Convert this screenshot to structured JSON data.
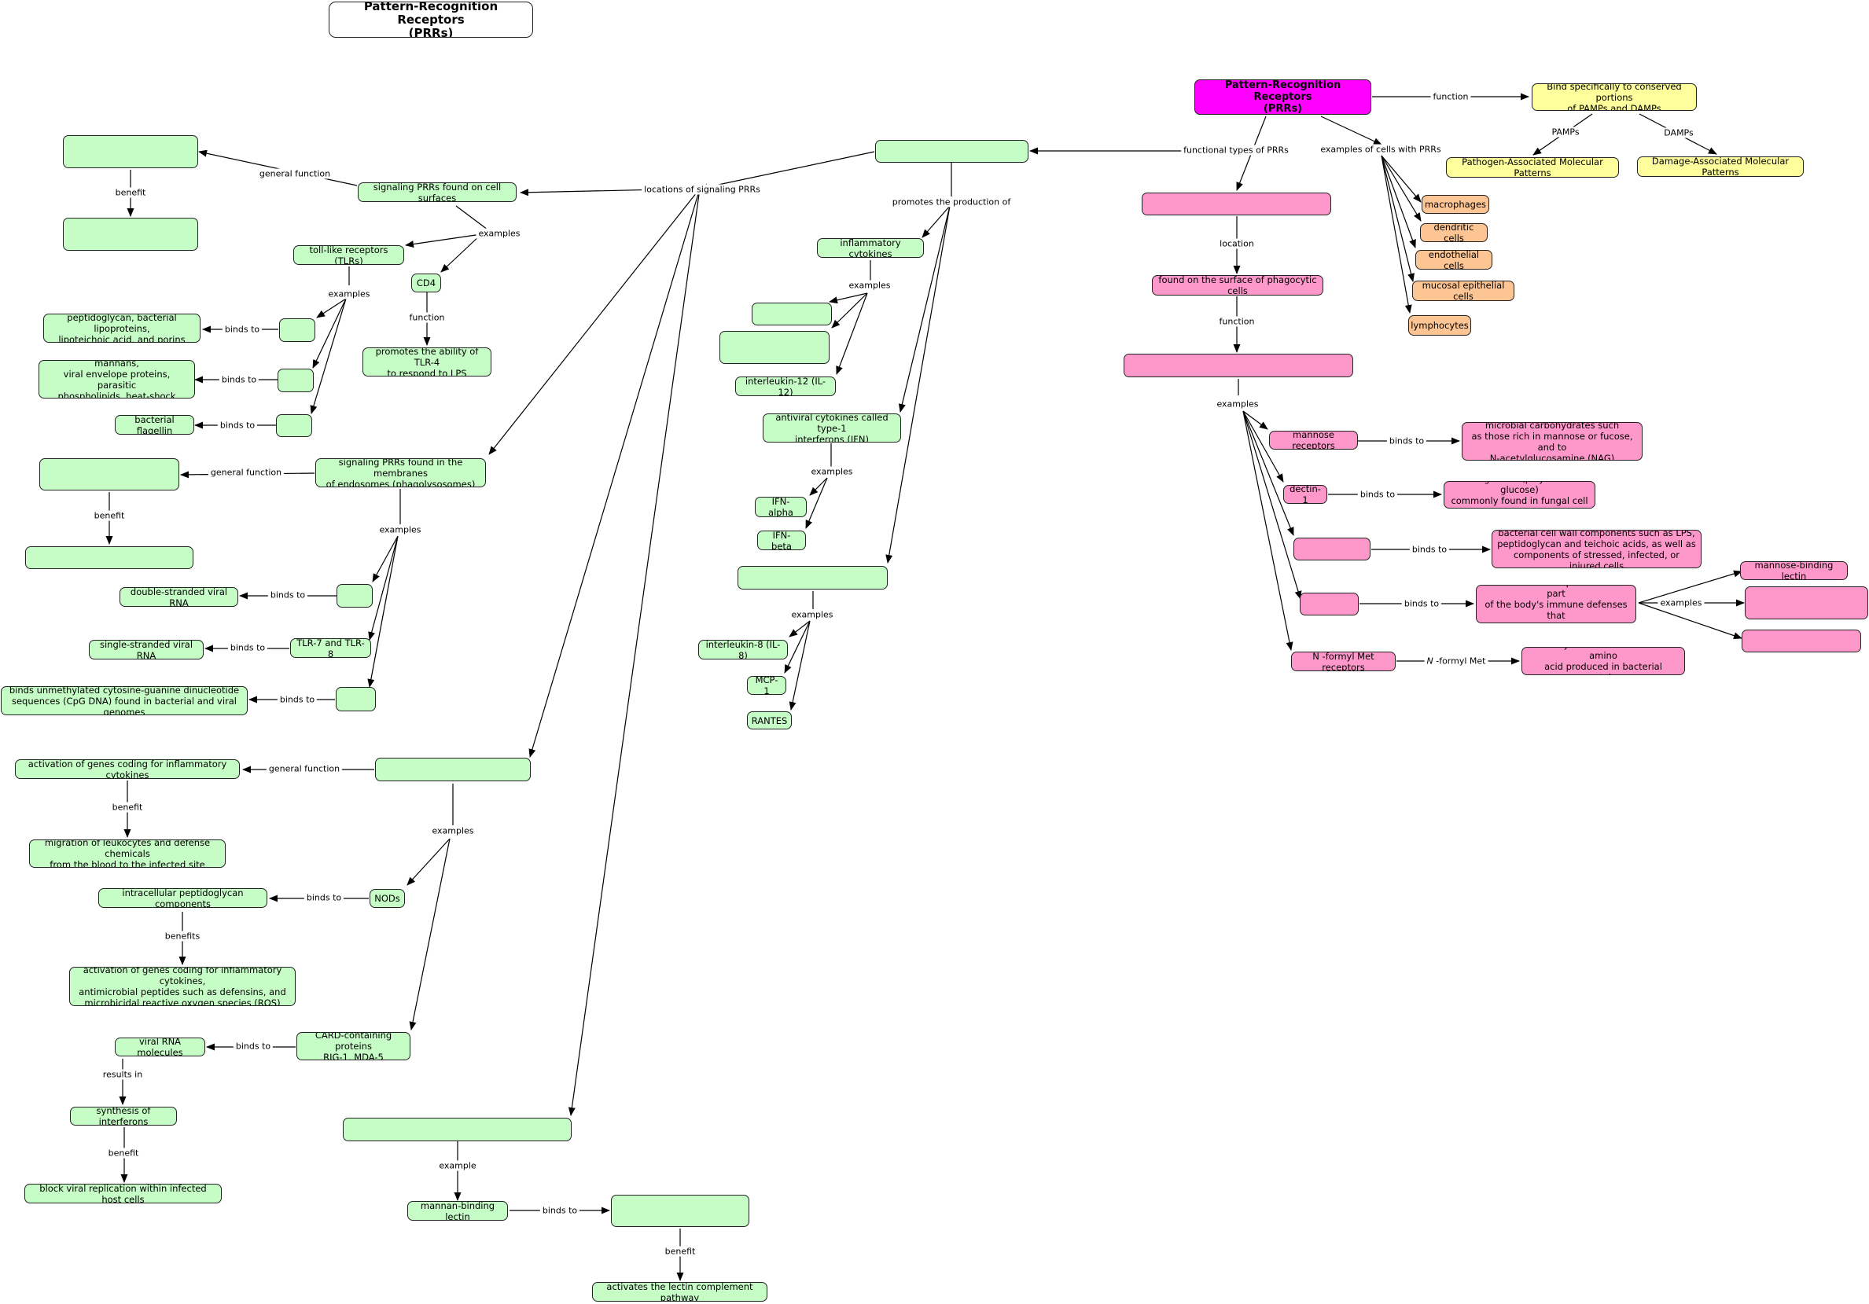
{
  "nodes": {
    "title": "Pattern-Recognition Receptors\n(PRRs)",
    "prr_main": "Pattern-Recognition Receptors\n(PRRs)",
    "bind_pamps_damps": "Bind specifically to conserved portions\nof PAMPs and DAMPs",
    "pamps": "Pathogen-Associated Molecular Patterns",
    "damps": "Damage-Associated Molecular Patterns",
    "macrophages": "macrophages",
    "dendritic_cells": "dendritic cells",
    "endothelial_cells": "endothelial cells",
    "mucosal_epithelial_cells": "mucosal epithelial cells",
    "lymphocytes": "lymphocytes",
    "found_surface_phagocytic": "found on the surface of phagocytic cells",
    "mannose_receptors": "mannose receptors",
    "microbial_carbohydrates": "microbial carbohydrates such\nas those rich in mannose or fucose, and to\nN-acetylglucosamine (NAG)",
    "dectin1": "dectin-1",
    "beta_glucans": "beta-glucans (polymers of glucose)\ncommonly found in fungal cell walls",
    "bacterial_cell_wall": "bacterial cell wall components such as LPS,\npeptidoglycan and teichoic acids, as well as\ncomponents of stressed, infected, or injured cells",
    "soluble_molecules": "soluble molecules produced as a part\nof the body's immune defenses that\nbind microbes to phagocytes",
    "mannose_binding_lectin_right": "mannose-binding lectin",
    "n_formyl_met_receptors": "N -formyl Met receptors",
    "n_formyl_methionine": "N-formyl methionine is the first amino\nacid produced in bacterial proteins",
    "signaling_surfaces": "signaling PRRs found on cell surfaces",
    "tlrs": "toll-like receptors (TLRs)",
    "cd4": "CD4",
    "promotes_tlr4": "promotes the ability of TLR-4\nto respond to LPS",
    "peptidoglycan_lipo": "peptidoglycan, bacterial lipoproteins,\nlipoteichoic acid, and porins",
    "lps_fungal": "lipopolysaccharide, fungal mannans,\nviral envelope proteins, parasitic\nphospholipids, heat-shock proteins",
    "bacterial_flagellin": "bacterial flagellin",
    "signaling_endosomes": "signaling PRRs found in the membranes\nof endosomes (phagolysosomes)",
    "ds_viral_rna": "double-stranded viral RNA",
    "ss_viral_rna": "single-stranded viral RNA",
    "tlr7_8": "TLR-7 and TLR-8",
    "cpg_dna": "binds unmethylated cytosine-guanine dinucleotide\nsequences (CpG DNA) found in bacterial and viral genomes",
    "activation_genes": "activation of genes coding for inflammatory cytokines",
    "migration_leukocytes": "migration of leukocytes and defense chemicals\nfrom the blood to the infected site",
    "intracellular_peptidoglycan": "intracellular peptidoglycan components",
    "nods": "NODs",
    "activation_genes_long": "activation of genes coding for inflammatory cytokines,\nantimicrobial peptides such as defensins, and\nmicrobicidal reactive oxygen species (ROS)",
    "viral_rna_molecules": "viral RNA molecules",
    "card_proteins": "CARD-containing proteins\nRIG-1, MDA-5",
    "synthesis_interferons": "synthesis of interferons",
    "block_viral": "block viral replication within infected host cells",
    "mannan_binding_lectin": "mannan-binding lectin",
    "activates_lectin": "activates the lectin complement pathway",
    "inflammatory_cytokines": "inflammatory cytokines",
    "il12": "interleukin-12 (IL-12)",
    "antiviral_cytokines": "antiviral cytokines called type-1\ninterferons (IFN)",
    "ifn_alpha": "IFN-alpha",
    "ifn_beta": "IFN-beta",
    "il8": "interleukin-8 (IL-8)",
    "mcp1": "MCP-1",
    "rantes": "RANTES"
  },
  "labels": {
    "function": "function",
    "pamps": "PAMPs",
    "damps": "DAMPs",
    "functional_types": "functional types of PRRs",
    "examples_cells": "examples of cells with PRRs",
    "location": "location",
    "function2": "function",
    "examples": "examples",
    "binds_to": "binds to",
    "n_formyl_met_prefix": "N",
    "n_formyl_met_rest": " -formyl Met",
    "locations_signaling": "locations of signaling PRRs",
    "promotes_production": "promotes the production of",
    "general_function": "general function",
    "benefit": "benefit",
    "benefits": "benefits",
    "results_in": "results in",
    "example": "example"
  },
  "colors": {
    "green_node": "#c6fcc6",
    "pink_node": "#fe98ca",
    "orange_node": "#fdc593",
    "yellow_node": "#fefe9c",
    "magenta_node": "#ff00ff",
    "line": "#000000"
  }
}
